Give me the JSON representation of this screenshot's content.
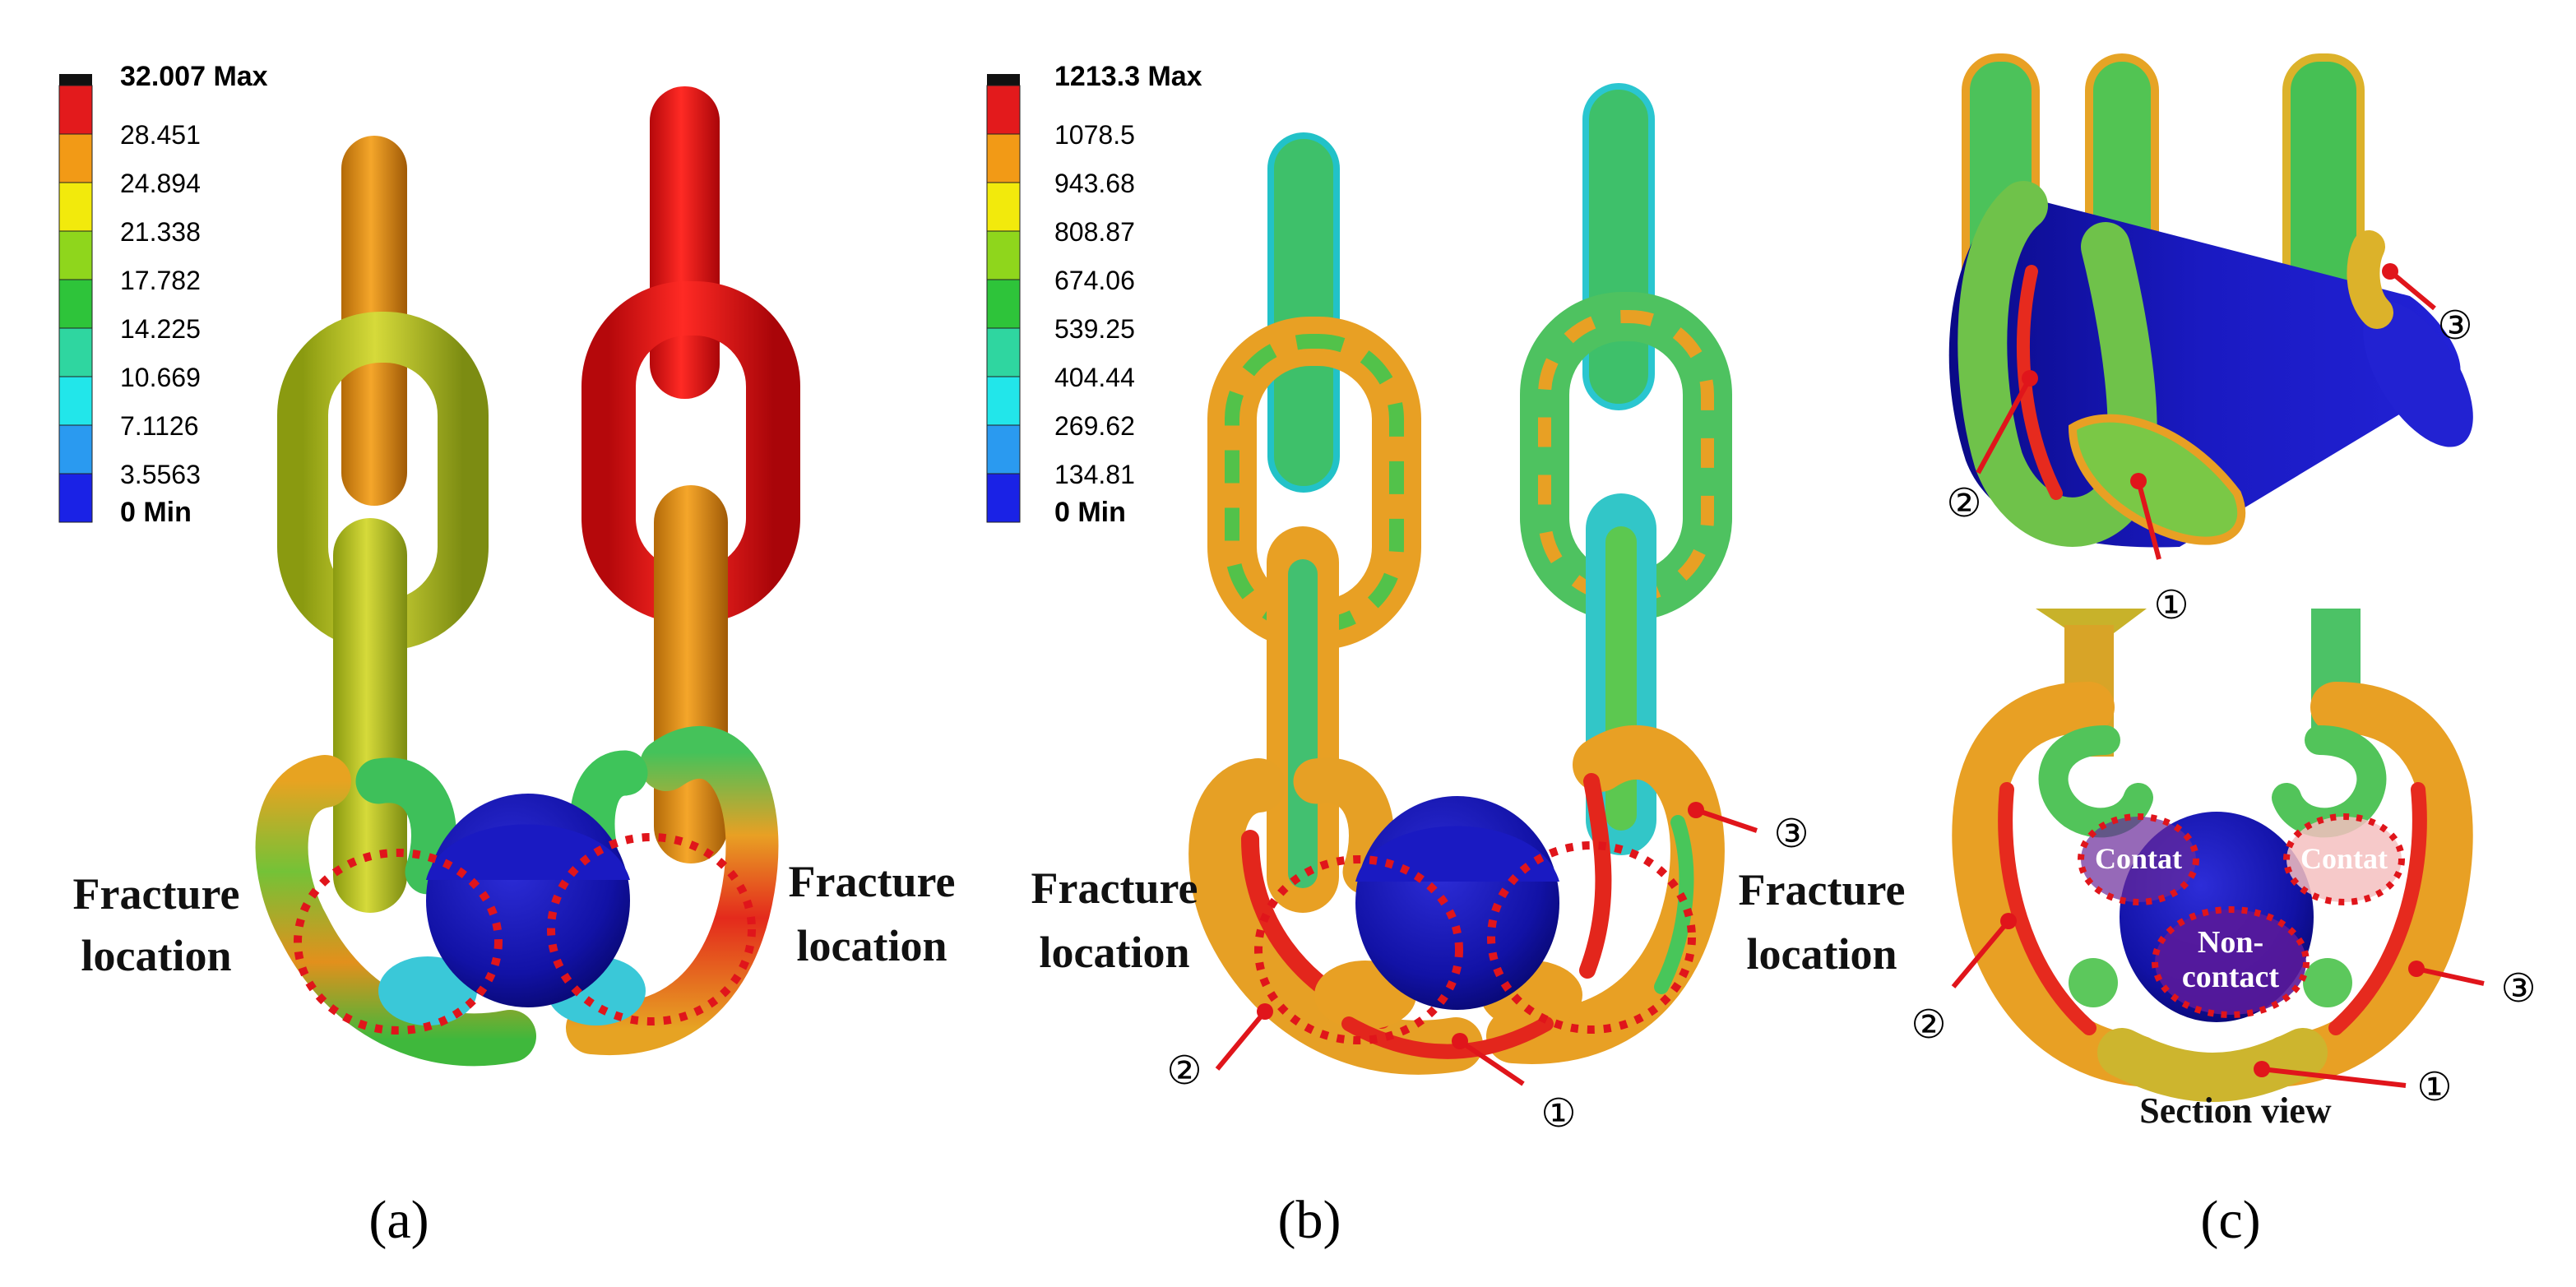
{
  "panel_a": {
    "legend": {
      "max_label": "32.007 Max",
      "ticks": [
        "28.451",
        "24.894",
        "21.338",
        "17.782",
        "14.225",
        "10.669",
        "7.1126",
        "3.5563"
      ],
      "min_label": "0 Min"
    },
    "left_label": [
      "Fracture",
      "location"
    ],
    "right_label": [
      "Fracture",
      "location"
    ],
    "caption": "(a)"
  },
  "panel_b": {
    "legend": {
      "max_label": "1213.3 Max",
      "ticks": [
        "1078.5",
        "943.68",
        "808.87",
        "674.06",
        "539.25",
        "404.44",
        "269.62",
        "134.81"
      ],
      "min_label": "0 Min"
    },
    "left_label": [
      "Fracture",
      "location"
    ],
    "right_label": [
      "Fracture",
      "location"
    ],
    "markers": [
      "①",
      "②",
      "③"
    ],
    "caption": "(b)"
  },
  "panel_c": {
    "top_markers": [
      "①",
      "②",
      "③"
    ],
    "bottom_markers": [
      "①",
      "②",
      "③"
    ],
    "contact_left": "Contat",
    "contact_right": "Contat",
    "noncontact": [
      "Non-",
      "contact"
    ],
    "section_label": "Section view",
    "caption": "(c)"
  },
  "colors": {
    "red": "#e5191c",
    "orange": "#e89a1e",
    "yellow_green": "#b6c832",
    "green": "#3fbf3a",
    "cyan": "#30c8d4",
    "blue": "#1414b4",
    "marker_red": "#e0151b"
  },
  "legend_colors": [
    "#e31a1c",
    "#f29a16",
    "#f2ea0c",
    "#8fd61c",
    "#2ec43a",
    "#2fd6a0",
    "#22e6ea",
    "#2a9af0",
    "#1a22e6"
  ]
}
